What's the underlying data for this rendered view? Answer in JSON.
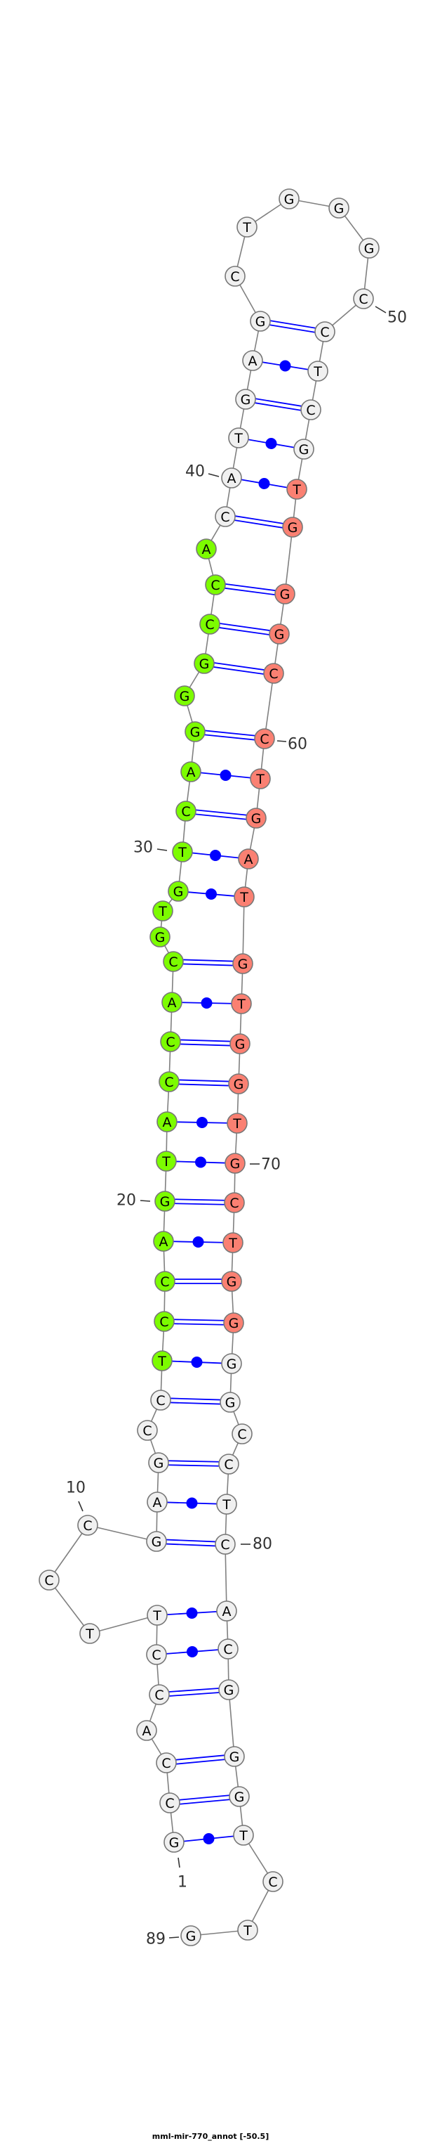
{
  "title": "mml-mir-770_annot [-50.5]",
  "nucleotides": [
    "G",
    "C",
    "C",
    "A",
    "C",
    "C",
    "T",
    "T",
    "C",
    "C",
    "G",
    "A",
    "G",
    "C",
    "C",
    "T",
    "C",
    "C",
    "A",
    "G",
    "T",
    "A",
    "C",
    "C",
    "A",
    "C",
    "G",
    "T",
    "G",
    "T",
    "C",
    "A",
    "G",
    "G",
    "G",
    "C",
    "C",
    "A",
    "C",
    "A",
    "T",
    "G",
    "A",
    "G",
    "C",
    "T",
    "G",
    "G",
    "G",
    "C",
    "C",
    "T",
    "C",
    "G",
    "T",
    "G",
    "G",
    "G",
    "C",
    "C",
    "T",
    "G",
    "A",
    "T",
    "G",
    "T",
    "G",
    "G",
    "T",
    "G",
    "C",
    "T",
    "G",
    "G",
    "G",
    "G",
    "C",
    "C",
    "T",
    "C",
    "A",
    "C",
    "G",
    "G",
    "G",
    "T",
    "C",
    "T",
    "G"
  ],
  "pairs": [
    [
      1,
      86
    ],
    [
      2,
      85
    ],
    [
      3,
      84
    ],
    [
      5,
      83
    ],
    [
      6,
      82
    ],
    [
      7,
      81
    ],
    [
      11,
      80
    ],
    [
      12,
      79
    ],
    [
      13,
      78
    ],
    [
      15,
      76
    ],
    [
      16,
      75
    ],
    [
      17,
      74
    ],
    [
      18,
      73
    ],
    [
      19,
      72
    ],
    [
      20,
      71
    ],
    [
      21,
      70
    ],
    [
      22,
      69
    ],
    [
      23,
      68
    ],
    [
      24,
      67
    ],
    [
      25,
      66
    ],
    [
      26,
      65
    ],
    [
      29,
      64
    ],
    [
      30,
      63
    ],
    [
      31,
      62
    ],
    [
      32,
      61
    ],
    [
      33,
      60
    ],
    [
      35,
      59
    ],
    [
      36,
      58
    ],
    [
      37,
      57
    ],
    [
      39,
      56
    ],
    [
      40,
      55
    ],
    [
      41,
      54
    ],
    [
      42,
      53
    ],
    [
      43,
      52
    ],
    [
      44,
      51
    ]
  ],
  "highlight_regions": [
    {
      "from": 16,
      "to": 38,
      "color": "#7cfc00"
    },
    {
      "from": 55,
      "to": 74,
      "color": "#fa8072"
    }
  ],
  "default_color": "#f0f0f0",
  "pair_color": "#0000ff",
  "position_labels": [
    {
      "index": 1,
      "text": "1"
    },
    {
      "index": 10,
      "text": "10"
    },
    {
      "index": 20,
      "text": "20"
    },
    {
      "index": 30,
      "text": "30"
    },
    {
      "index": 40,
      "text": "40"
    },
    {
      "index": 50,
      "text": "50"
    },
    {
      "index": 60,
      "text": "60"
    },
    {
      "index": 70,
      "text": "70"
    },
    {
      "index": 80,
      "text": "80"
    },
    {
      "index": 89,
      "text": "89"
    }
  ]
}
